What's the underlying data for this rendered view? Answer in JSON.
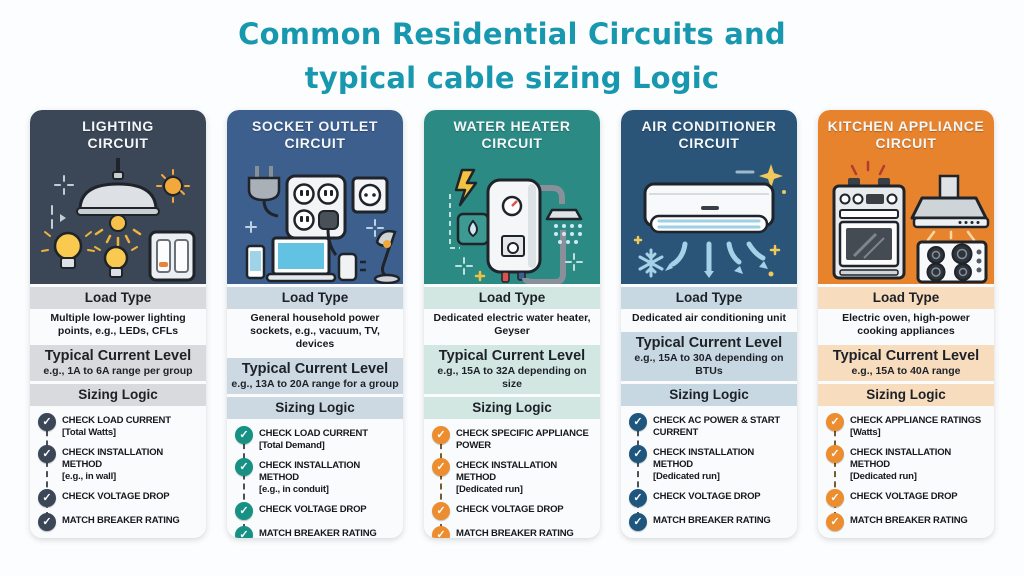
{
  "page": {
    "title_line1": "Common Residential Circuits and",
    "title_line2": "typical cable sizing Logic",
    "title_color": "#1798ae"
  },
  "labels": {
    "load_type": "Load Type",
    "current_level": "Typical Current Level",
    "sizing_logic": "Sizing Logic"
  },
  "cards": [
    {
      "title1": "LIGHTING",
      "title2": "CIRCUIT",
      "icon": "lighting-illustration",
      "header_color": "#3b4656",
      "banner_color": "#d8dadd",
      "check_color": "#3b4656",
      "load_type": "Multiple low-power lighting points, e.g., LEDs, CFLs",
      "current_level": "e.g., 1A to 6A range per group",
      "steps": [
        {
          "t": "CHECK LOAD CURRENT",
          "s": "[Total Watts]"
        },
        {
          "t": "CHECK INSTALLATION METHOD",
          "s": "[e.g., in wall]"
        },
        {
          "t": "CHECK VOLTAGE DROP",
          "s": ""
        },
        {
          "t": "MATCH BREAKER RATING",
          "s": ""
        }
      ]
    },
    {
      "title1": "SOCKET OUTLET",
      "title2": "CIRCUIT",
      "icon": "socket-outlet-illustration",
      "header_color": "#3d5f8d",
      "banner_color": "#cdd9e2",
      "check_color": "#169184",
      "load_type": "General household power sockets, e.g., vacuum, TV, devices",
      "current_level": "e.g., 13A to 20A range for a group",
      "steps": [
        {
          "t": "CHECK LOAD CURRENT",
          "s": "[Total Demand]"
        },
        {
          "t": "CHECK INSTALLATION METHOD",
          "s": "[e.g., in conduit]"
        },
        {
          "t": "CHECK VOLTAGE DROP",
          "s": ""
        },
        {
          "t": "MATCH BREAKER RATING",
          "s": ""
        }
      ]
    },
    {
      "title1": "WATER HEATER",
      "title2": "CIRCUIT",
      "icon": "water-heater-illustration",
      "header_color": "#2b8b84",
      "banner_color": "#d2e7e2",
      "check_color": "#ec8d2f",
      "load_type": "Dedicated electric water heater, Geyser",
      "current_level": "e.g., 15A to 32A depending on size",
      "steps": [
        {
          "t": "CHECK SPECIFIC APPLIANCE POWER",
          "s": ""
        },
        {
          "t": "CHECK INSTALLATION METHOD",
          "s": "[Dedicated run]"
        },
        {
          "t": "CHECK VOLTAGE DROP",
          "s": ""
        },
        {
          "t": "MATCH BREAKER RATING",
          "s": ""
        }
      ]
    },
    {
      "title1": "AIR CONDITIONER",
      "title2": "CIRCUIT",
      "icon": "air-conditioner-illustration",
      "header_color": "#2a5478",
      "banner_color": "#c8d8e2",
      "check_color": "#1e567e",
      "load_type": "Dedicated air conditioning unit",
      "current_level": "e.g., 15A to 30A depending on BTUs",
      "steps": [
        {
          "t": "CHECK AC POWER & START CURRENT",
          "s": ""
        },
        {
          "t": "CHECK INSTALLATION METHOD",
          "s": "[Dedicated run]"
        },
        {
          "t": "CHECK VOLTAGE DROP",
          "s": ""
        },
        {
          "t": "MATCH BREAKER RATING",
          "s": ""
        }
      ]
    },
    {
      "title1": "KITCHEN APPLIANCE",
      "title2": "CIRCUIT",
      "icon": "kitchen-appliance-illustration",
      "header_color": "#e8832d",
      "banner_color": "#f8dcbe",
      "check_color": "#ec8d2f",
      "load_type": "Electric oven, high-power cooking appliances",
      "current_level": "e.g., 15A to 40A range",
      "steps": [
        {
          "t": "CHECK APPLIANCE RATINGS",
          "s": "[Watts]"
        },
        {
          "t": "CHECK INSTALLATION METHOD",
          "s": "[Dedicated run]"
        },
        {
          "t": "CHECK VOLTAGE DROP",
          "s": ""
        },
        {
          "t": "MATCH BREAKER RATING",
          "s": ""
        }
      ]
    }
  ]
}
